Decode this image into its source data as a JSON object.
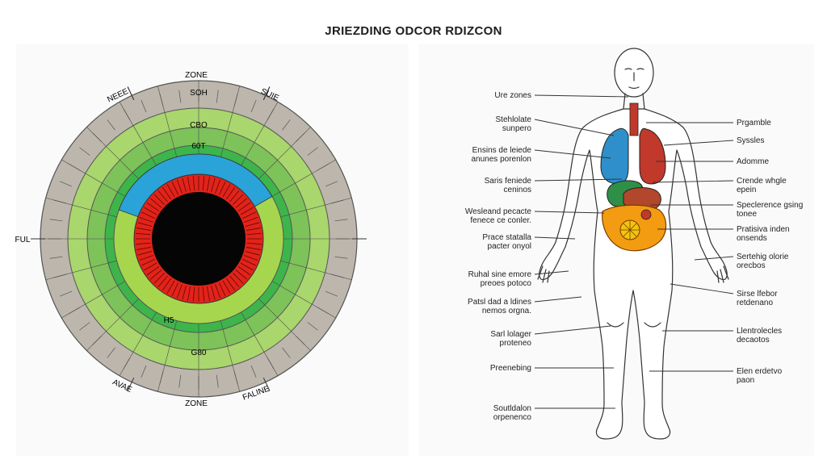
{
  "title": "JRIEZDING ODCOR RDIZCON",
  "wheel": {
    "outer_labels": {
      "top": "ZONE",
      "top_left": "NEEE",
      "top_right": "SUIE",
      "left": "FUL",
      "bottom": "ZONE",
      "bottom_left": "AVAE",
      "bottom_right": "FALINE"
    },
    "ring_codes": {
      "top_outer": "SOH",
      "top_mid": "CBO",
      "top_inner": "60T",
      "bottom_inner": "H5",
      "bottom_mid": "G80"
    },
    "colors": {
      "outer": "#bcb6ac",
      "light_green": "#a9d66d",
      "mid_green": "#7ec25a",
      "bright_green": "#3db54a",
      "blue": "#2aa3d8",
      "red": "#e2231a",
      "center": "#050505"
    }
  },
  "body": {
    "left_labels": [
      {
        "lines": [
          "Ure zones"
        ]
      },
      {
        "lines": [
          "Stehlolate",
          "sunpero"
        ]
      },
      {
        "lines": [
          "Ensins de leiede",
          "anunes porenlon"
        ]
      },
      {
        "lines": [
          "Saris feniede",
          "ceninos"
        ]
      },
      {
        "lines": [
          "Wesleand pecacte",
          "fenece ce conler."
        ]
      },
      {
        "lines": [
          "Prace statalla",
          "pacter onyol"
        ]
      },
      {
        "lines": [
          "Ruhal sine emore",
          "preoes potoco"
        ]
      },
      {
        "lines": [
          "Patsl dad a ldines",
          "nemos orgna."
        ]
      },
      {
        "lines": [
          "Sarl lolager",
          "proteneo"
        ]
      },
      {
        "lines": [
          "Preenebing"
        ]
      },
      {
        "lines": [
          "Soutldalon",
          "orpenenco"
        ]
      }
    ],
    "right_labels": [
      {
        "lines": [
          "Prgamble"
        ]
      },
      {
        "lines": [
          "Syssles"
        ]
      },
      {
        "lines": [
          "Adomme"
        ]
      },
      {
        "lines": [
          "Crende whgle",
          "epein"
        ]
      },
      {
        "lines": [
          "Speclerence gsing",
          "tonee"
        ]
      },
      {
        "lines": [
          "Pratisiva inden",
          "onsends"
        ]
      },
      {
        "lines": [
          "Sertehig olorie",
          "orecbos"
        ]
      },
      {
        "lines": [
          "Sirse lfebor",
          "retdenano"
        ]
      },
      {
        "lines": [
          "Llentrolecles",
          "decaotos"
        ]
      },
      {
        "lines": [
          "Elen erdetvo",
          "paon"
        ]
      }
    ],
    "organ_colors": {
      "lung": "#2e8fcb",
      "heart": "#c0392b",
      "stomach": "#2f8f46",
      "liver": "#b2472b",
      "intestine": "#f39c12"
    }
  }
}
